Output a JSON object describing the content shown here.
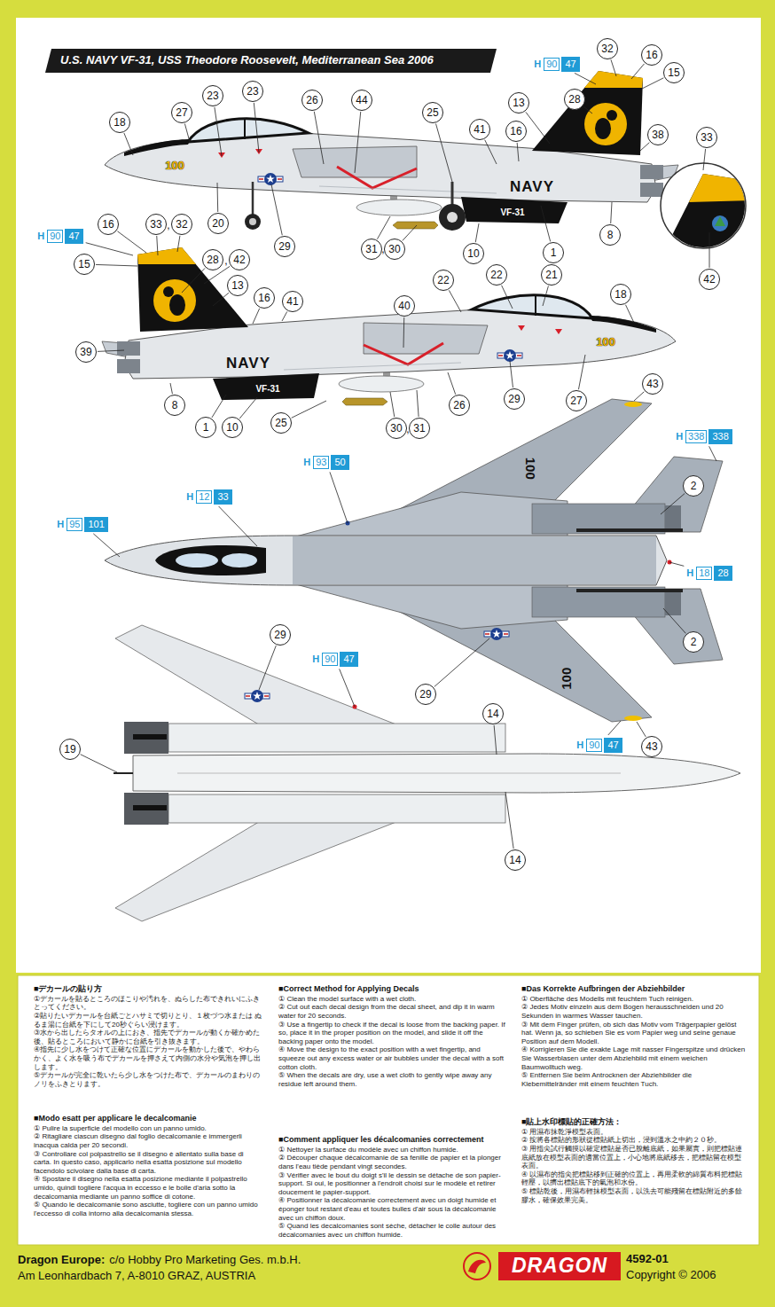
{
  "diagram": {
    "title": "U.S. NAVY VF-31, USS Theodore Roosevelt, Mediterranean Sea 2006",
    "nodes": [
      {
        "text": [
          "32"
        ]
      },
      {
        "text": [
          "H",
          "90",
          "47"
        ]
      },
      {
        "text": [
          "16"
        ]
      },
      {
        "text": [
          "15"
        ]
      },
      {
        "text": [
          "23"
        ]
      },
      {
        "text": [
          "23"
        ]
      },
      {
        "text": [
          "26"
        ]
      },
      {
        "text": [
          "44"
        ]
      },
      {
        "text": [
          "28"
        ]
      },
      {
        "text": [
          "18"
        ]
      },
      {
        "text": [
          "27"
        ]
      },
      {
        "text": [
          "25"
        ]
      },
      {
        "text": [
          "13"
        ]
      },
      {
        "text": [
          "38"
        ]
      },
      {
        "text": [
          "33"
        ]
      },
      {
        "text": [
          "41"
        ]
      },
      {
        "text": [
          "16"
        ]
      },
      {
        "text": [
          "20"
        ]
      },
      {
        "text": [
          "29"
        ]
      },
      {
        "text": [
          "31"
        ]
      },
      {
        "text": [
          "30"
        ]
      },
      {
        "text": [
          "10"
        ]
      },
      {
        "text": [
          "1"
        ]
      },
      {
        "text": [
          "8"
        ]
      },
      {
        "text": [
          "42"
        ]
      },
      {
        "text": [
          "H",
          "90",
          "47"
        ]
      },
      {
        "text": [
          "16"
        ]
      },
      {
        "text": [
          "33"
        ]
      },
      {
        "text": [
          "32"
        ]
      },
      {
        "text": [
          "15"
        ]
      },
      {
        "text": [
          "28"
        ]
      },
      {
        "text": [
          "42"
        ]
      },
      {
        "text": [
          "13"
        ]
      },
      {
        "text": [
          "16"
        ]
      },
      {
        "text": [
          "41"
        ]
      },
      {
        "text": [
          "40"
        ]
      },
      {
        "text": [
          "22"
        ]
      },
      {
        "text": [
          "22"
        ]
      },
      {
        "text": [
          "21"
        ]
      },
      {
        "text": [
          "18"
        ]
      },
      {
        "text": [
          "39"
        ]
      },
      {
        "text": [
          "8"
        ]
      },
      {
        "text": [
          "1"
        ]
      },
      {
        "text": [
          "10"
        ]
      },
      {
        "text": [
          "25"
        ]
      },
      {
        "text": [
          "26"
        ]
      },
      {
        "text": [
          "29"
        ]
      },
      {
        "text": [
          "27"
        ]
      },
      {
        "text": [
          "30"
        ]
      },
      {
        "text": [
          "31"
        ]
      },
      {
        "text": [
          "43"
        ]
      },
      {
        "text": [
          "H",
          "93",
          "50"
        ]
      },
      {
        "text": [
          "H",
          "338",
          "338"
        ]
      },
      {
        "text": [
          "H",
          "12",
          "33"
        ]
      },
      {
        "text": [
          "2"
        ]
      },
      {
        "text": [
          "H",
          "95",
          "101"
        ]
      },
      {
        "text": [
          "H",
          "18",
          "28"
        ]
      },
      {
        "text": [
          "29"
        ]
      },
      {
        "text": [
          "H",
          "90",
          "47"
        ]
      },
      {
        "text": [
          "2"
        ]
      },
      {
        "text": [
          "29"
        ]
      },
      {
        "text": [
          "43"
        ]
      },
      {
        "text": [
          "H",
          "90",
          "47"
        ]
      },
      {
        "text": [
          "14"
        ]
      },
      {
        "text": [
          "19"
        ]
      },
      {
        "text": [
          "14"
        ]
      }
    ],
    "labels": [
      ",",
      ",",
      ",",
      ",",
      "100",
      "NAVY",
      "VF-31",
      "100",
      "NAVY",
      "VF-31",
      "100",
      "100",
      "■デカールの貼り方",
      "①デカールを貼るところのほこりや汚れを、ぬらした布できれいにふきとってください。",
      "②貼りたいデカールを台紙ごとハサミで切りとり、１枚づつ水または ぬるま湯に台紙を下にして20秒ぐらい浸けます。",
      "③水から出したらタオルの上におき、指先でデカールが動くか確かめた後、貼るところにおいて静かに台紙を引き抜きます。",
      "④指先に少し水をつけて正確な位置にデカールを動かした後で、やわらかく、よく水を吸う布でデカールを押さえて内側の水分や気泡を押し出します。",
      "⑤デカールが完全に乾いたら少し水をつけた布で、デカールのまわりのノリをふきとります。",
      "■Correct Method for Applying Decals",
      "① Clean the model surface with a wet cloth.",
      "② Cut out each decal design from the decal sheet, and dip it in warm water for 20 seconds.",
      "③ Use a fingertip to check if the decal is loose from the backing paper. If so, place it in the proper position on the model, and slide it off the backing paper onto the model.",
      "④ Move the design to the exact position with a wet fingertip, and squeeze out any excess water or air bubbles under the decal with a soft cotton cloth.",
      "⑤ When the decals are dry, use a wet cloth to gently wipe away any residue left around them.",
      "■Das Korrekte Aufbringen der Abziehbilder",
      "① Oberfläche des Modells mit feuchtem Tuch reinigen.",
      "② Jedes Motiv einzeln aus dem Bogen herausschneiden und 20 Sekunden in warmes Wasser tauchen.",
      "③ Mit dem Finger prüfen, ob sich das Motiv vom Trägerpapier gelöst hat. Wenn ja, so schieben Sie es vom Papier weg und seine genaue Position auf dem Modell.",
      "④ Korrigieren Sie die exakte Lage mit nasser Fingerspitze und drücken Sie Wasserblasen unter dem Abziehbild mit einem weichen Baumwolltuch weg.",
      "⑤ Entfernen Sie beim Antrocknen der Abziehbilder die Klebemittelränder mit einem feuchten Tuch.",
      "■Modo esatt per applicare le decalcomanie",
      "① Pulire la superficie del modello con un panno umido.",
      "② Ritagliare ciascun disegno dal foglio decalcomanie e immergerli inacqua calda per 20 secondi.",
      "③ Controllare col polpastrello se il disegno è allentato sulla base di carta. In questo caso, applicarlo nella esatta posizione sul modello facendolo scivolare dalla base di carta.",
      "④ Spostare il disegno nella esatta posizione mediante il polpastrello umido, quindi togliere l'acqua in eccesso e le bolle d'aria sotto la decalcomania mediante un panno soffice di cotone.",
      "⑤ Quando le decalcomanie sono asciutte, togliere con un panno umido l'eccesso di colla intorno alla decalcomania stessa.",
      "■Comment appliquer les décalcomanies correctement",
      "① Nettoyer la surface du modèle avec un chiffon humide.",
      "② Découper chaque décalcomanie de sa fenille de papier et la plonger dans l'eau tiède pendant vingt secondes.",
      "③ Vérifier avec le bout du doigt s'il le dessin se détache de son papier-support. Si oui, le positionner à l'endroit choisi sur le modèle et retirer doucement le papier-support.",
      "④ Positionner la décalcomanie correctement avec un doigt humide et éponger tout restant d'eau et toutes bulles d'air sous la décalcomanie avec un chiffon doux.",
      "⑤ Quand les decalcomanies sont sèche, détacher le colle autour des décalcomanies avec un chiffon humide.",
      "■貼上水印標貼的正確方法：",
      "① 用濕布抹乾淨模型表面。",
      "② 按將各標貼的形狀從標貼紙上切出，浸到溫水之中約２０秒。",
      "③ 用指尖試行觸摸以確定標貼是否已脫離底紙，如果屬實，則把標貼連底紙放在模型表面的適當位置上，小心地將底紙移去，把標貼留在模型表面。",
      "④ 以濕布的指尖把標貼移到正確的位置上，再用柔軟的綿質布料把標貼輕壓，以擠出標貼底下的氣泡和水份。",
      "⑤ 標貼乾後，用濕布輕抹模型表面，以洗去可能殘留在標貼附近的多餘膠水，確保效果完美。",
      "Dragon Europe:",
      "c/o Hobby Pro Marketing Ges. m.b.H.",
      "Am Leonhardbach 7, A-8010 GRAZ, AUSTRIA",
      "DRAGON",
      "4592-01",
      "Copyright © 2006"
    ]
  }
}
